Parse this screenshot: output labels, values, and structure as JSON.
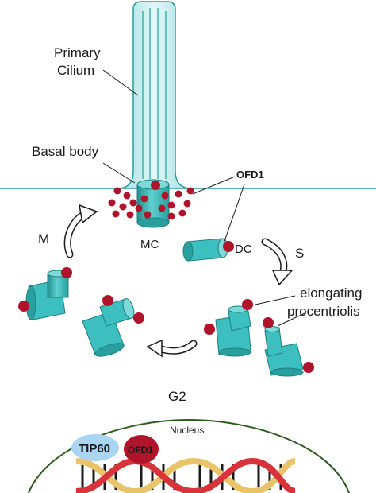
{
  "labels": {
    "primary_cilium_line1": "Primary",
    "primary_cilium_line2": "Cilium",
    "basal_body": "Basal body",
    "ofd1_callout": "OFD1",
    "mc": "MC",
    "dc": "DC",
    "phase_m": "M",
    "phase_s": "S",
    "phase_g2": "G2",
    "elongating_line1": "elongating",
    "elongating_line2": "procentriolis",
    "nucleus": "Nucleus",
    "tip60": "TIP60",
    "ofd1_nucleus": "OFD1"
  },
  "colors": {
    "centriole": "#3dbfbf",
    "centriole_dark": "#238f8f",
    "centriole_light": "#7fd9d9",
    "ofd1_dot": "#b0142a",
    "cilium_fill": "#bfeaea",
    "cilium_stroke": "#2b9c9c",
    "membrane": "#2b9c9c",
    "nucleus_envelope": "#2d5a1f",
    "tip60": "#a9d4f2",
    "ofd1_blob": "#b0142a",
    "dna_red": "#d8323a",
    "dna_gold": "#e9c46a",
    "arrow_stroke": "#1a1a1a"
  }
}
